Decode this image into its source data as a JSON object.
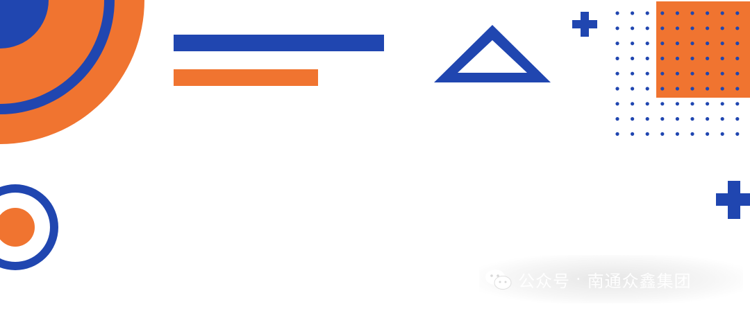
{
  "colors": {
    "blue": "#2046b0",
    "orange": "#f07430",
    "background": "#ffffff"
  },
  "shapes": [
    "concentric-arcs",
    "double-bar",
    "triangle-outline",
    "plus",
    "dot-grid",
    "orange-square",
    "target-ring",
    "plus"
  ],
  "watermark": {
    "icon": "wechat-icon",
    "prefix": "公众号",
    "separator": "·",
    "account": "南通众鑫集团"
  }
}
